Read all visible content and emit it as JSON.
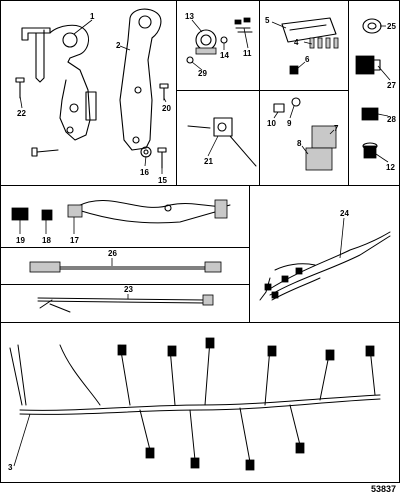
{
  "diagram": {
    "drawing_number": "53837",
    "callouts": {
      "c1": "1",
      "c2": "2",
      "c3": "3",
      "c4": "4",
      "c5": "5",
      "c6": "6",
      "c7": "7",
      "c8": "8",
      "c9": "9",
      "c10": "10",
      "c11": "11",
      "c12": "12",
      "c13": "13",
      "c14": "14",
      "c15": "15",
      "c16": "16",
      "c17": "17",
      "c18": "18",
      "c19": "19",
      "c20": "20",
      "c21": "21",
      "c22": "22",
      "c23": "23",
      "c24": "24",
      "c25": "25",
      "c26": "26",
      "c27": "27",
      "c28": "28",
      "c29": "29"
    }
  }
}
